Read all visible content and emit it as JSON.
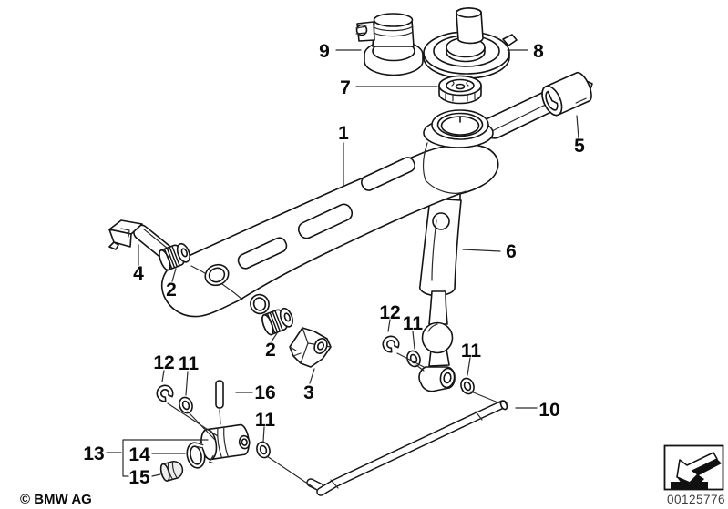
{
  "diagram": {
    "background": "#ffffff",
    "line_color": "#141414",
    "callouts": [
      {
        "label": "1"
      },
      {
        "label": "2"
      },
      {
        "label": "2"
      },
      {
        "label": "3"
      },
      {
        "label": "4"
      },
      {
        "label": "5"
      },
      {
        "label": "6"
      },
      {
        "label": "7"
      },
      {
        "label": "8"
      },
      {
        "label": "9"
      },
      {
        "label": "10"
      },
      {
        "label": "11"
      },
      {
        "label": "11"
      },
      {
        "label": "11"
      },
      {
        "label": "11"
      },
      {
        "label": "12"
      },
      {
        "label": "12"
      },
      {
        "label": "13"
      },
      {
        "label": "14"
      },
      {
        "label": "15"
      },
      {
        "label": "16"
      }
    ],
    "footer": {
      "copyright": "© BMW AG",
      "image_number": "00125776",
      "nav_icon": "page-turn-arrow-icon"
    }
  }
}
